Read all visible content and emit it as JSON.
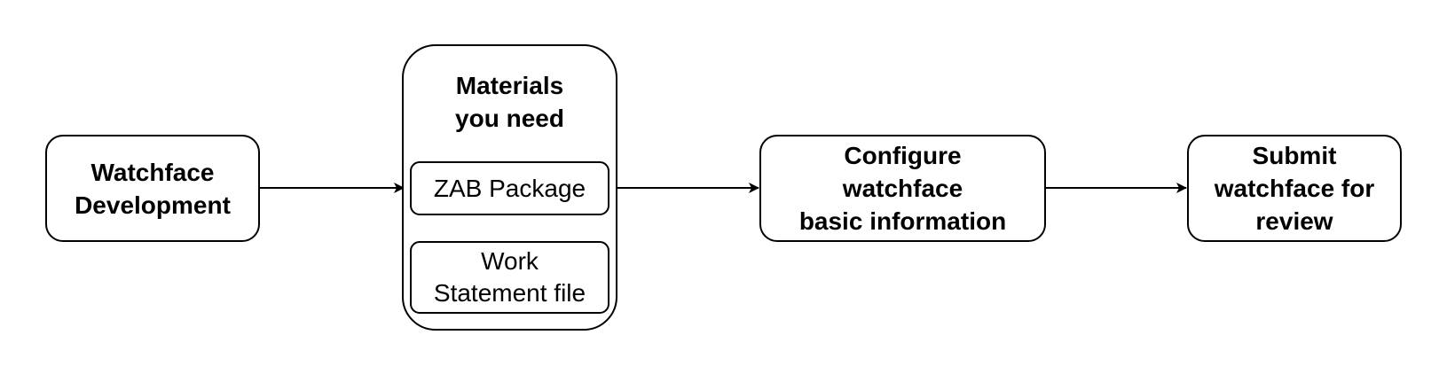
{
  "nodes": {
    "dev": {
      "lines": [
        "Watchface",
        "Development"
      ]
    },
    "materials": {
      "title_lines": [
        "Materials",
        "you need"
      ],
      "items": [
        {
          "lines": [
            "ZAB Package"
          ]
        },
        {
          "lines": [
            "Work",
            "Statement file"
          ]
        }
      ]
    },
    "configure": {
      "lines": [
        "Configure",
        "watchface",
        "basic information"
      ]
    },
    "submit": {
      "lines": [
        "Submit",
        "watchface for",
        "review"
      ]
    }
  },
  "edges": [
    {
      "from": "dev",
      "to": "materials"
    },
    {
      "from": "materials",
      "to": "configure"
    },
    {
      "from": "configure",
      "to": "submit"
    }
  ]
}
